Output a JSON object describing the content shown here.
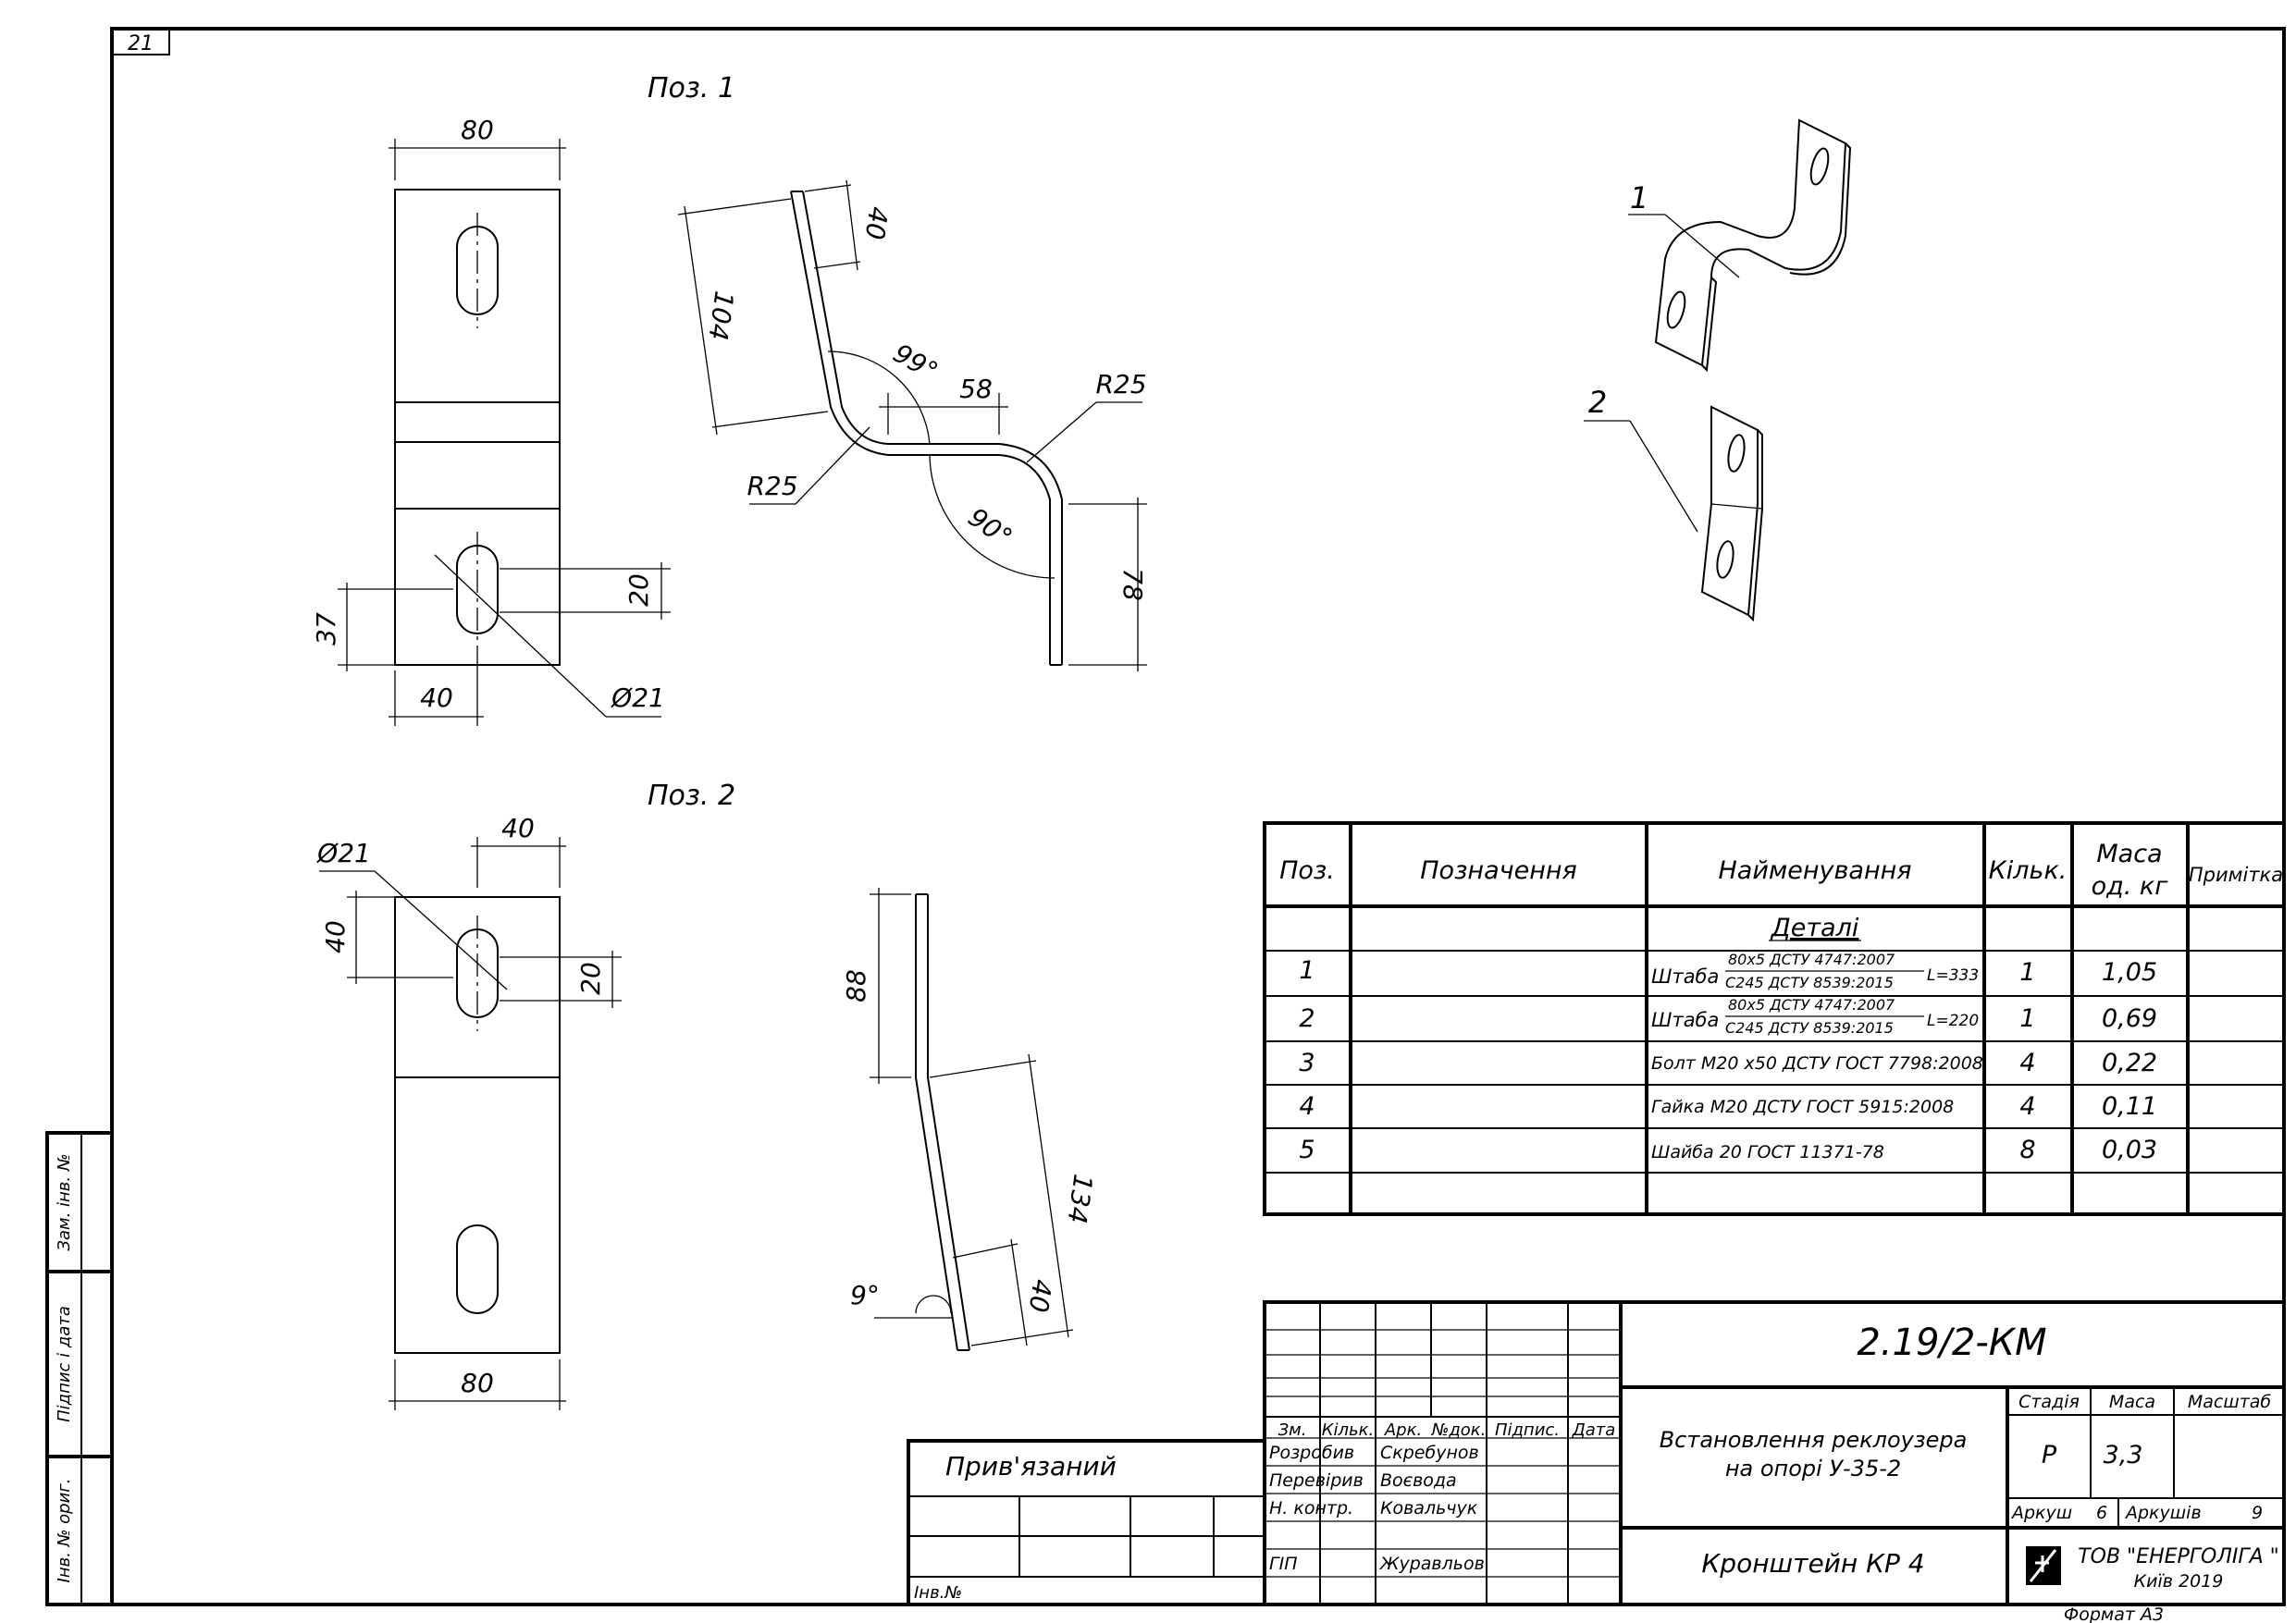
{
  "sheet_number": "21",
  "pos1": {
    "title": "Поз. 1",
    "plan_dims": {
      "width": "80",
      "hole_offset_x": "40",
      "hole_offset_y": "37",
      "slot": "20",
      "hole_dia": "Ø21"
    },
    "profile_dims": {
      "top": "40",
      "upper_len": "104",
      "angle1": "99°",
      "middle": "58",
      "radius1": "R25",
      "radius2": "R25",
      "angle2": "90°",
      "lower": "78"
    }
  },
  "pos2": {
    "title": "Поз. 2",
    "plan_dims": {
      "hole_dia": "Ø21",
      "hole_offset_x": "40",
      "hole_offset_y": "40",
      "slot": "20",
      "width": "80"
    },
    "profile_dims": {
      "upper": "88",
      "lower_len": "134",
      "angle": "9°",
      "bottom": "40"
    }
  },
  "iso_labels": [
    "1",
    "2"
  ],
  "spec": {
    "headers": {
      "pos": "Поз.",
      "designation": "Позначення",
      "name": "Найменування",
      "qty": "Кільк.",
      "mass_l1": "Маса",
      "mass_l2": "од. кг",
      "note": "Примітка"
    },
    "section": "Деталі",
    "rows": [
      {
        "pos": "1",
        "name": "Штаба",
        "frac_top": "80х5  ДСТУ 4747:2007",
        "frac_bottom": "С245  ДСТУ 8539:2015",
        "suffix": "L=333",
        "qty": "1",
        "mass": "1,05"
      },
      {
        "pos": "2",
        "name": "Штаба",
        "frac_top": "80х5  ДСТУ 4747:2007",
        "frac_bottom": "С245  ДСТУ 8539:2015",
        "suffix": "L=220",
        "qty": "1",
        "mass": "0,69"
      },
      {
        "pos": "3",
        "name": "Болт М20 х50  ДСТУ ГОСТ  7798:2008",
        "qty": "4",
        "mass": "0,22"
      },
      {
        "pos": "4",
        "name": "Гайка М20  ДСТУ ГОСТ  5915:2008",
        "qty": "4",
        "mass": "0,11"
      },
      {
        "pos": "5",
        "name": "Шайба  20  ГОСТ  11371-78",
        "qty": "8",
        "mass": "0,03"
      }
    ]
  },
  "title_block": {
    "doc_code": "2.19/2-КМ",
    "col_headers": [
      "Зм.",
      "Кільк.",
      "Арк.",
      "№док.",
      "Підпис.",
      "Дата"
    ],
    "people": [
      {
        "role": "Розробив",
        "name": "Скребунов"
      },
      {
        "role": "Перевірив",
        "name": "Воєвода"
      },
      {
        "role": "Н. контр.",
        "name": "Ковальчук"
      },
      {
        "role": "ГІП",
        "name": "Журавльов"
      }
    ],
    "project_line1": "Встановлення реклоузера",
    "project_line2": "на опорі У-35-2",
    "stage_label": "Стадія",
    "mass_label": "Маса",
    "scale_label": "Масштаб",
    "stage": "Р",
    "mass": "3,3",
    "sheet_label": "Аркуш",
    "sheet": "6",
    "sheets_label": "Аркушів",
    "sheets": "9",
    "drawing_name": "Кронштейн КР 4",
    "company": "ТОВ  \"ЕНЕРГОЛІГА \"",
    "city_year": "Київ  2019",
    "format": "Формат А3"
  },
  "bound": {
    "title": "Прив'язаний",
    "inv": "Інв.№"
  },
  "side_stamps": [
    "Зам. інв. №",
    "Підпис і дата",
    "Інв. № ориг."
  ]
}
